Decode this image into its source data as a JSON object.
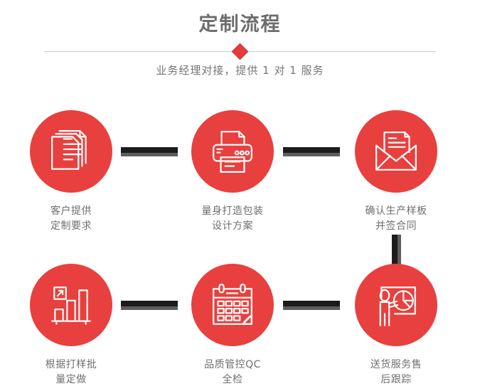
{
  "header": {
    "title": "定制流程",
    "subtitle": "业务经理对接，提供 1 对 1 服务",
    "divider_icon": "diamond-marker",
    "accent_color": "#e8403e",
    "title_color": "#6d6d6d",
    "divider_color": "#cfcfcf"
  },
  "flow": {
    "connector_color": "#1c1c1c",
    "connector_shadow_color": "#5e5e5e",
    "steps": [
      {
        "index": 1,
        "icon": "documents-stack-icon",
        "caption_line1": "客户提供",
        "caption_line2": "定制要求"
      },
      {
        "index": 2,
        "icon": "printer-icon",
        "caption_line1": "量身打造包装",
        "caption_line2": "设计方案"
      },
      {
        "index": 3,
        "icon": "envelope-letter-icon",
        "caption_line1": "确认生产样板",
        "caption_line2": "并签合同"
      },
      {
        "index": 4,
        "icon": "bar-chart-growth-icon",
        "caption_line1": "根据打样批",
        "caption_line2": "量定做"
      },
      {
        "index": 5,
        "icon": "calendar-icon",
        "caption_line1": "品质管控QC",
        "caption_line2": "全检"
      },
      {
        "index": 6,
        "icon": "presentation-person-icon",
        "caption_line1": "送货服务售",
        "caption_line2": "后跟踪"
      }
    ]
  }
}
